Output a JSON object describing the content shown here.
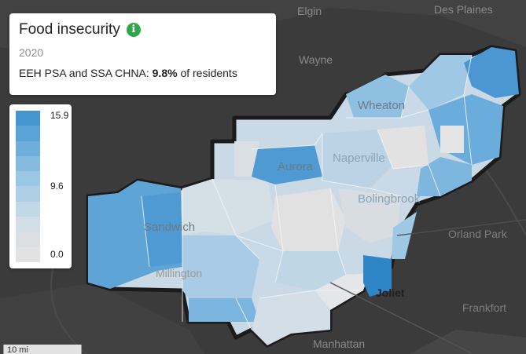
{
  "panel": {
    "title": "Food insecurity",
    "info_icon": "info-icon",
    "year": "2020",
    "stat_prefix": "EEH PSA and SSA CHNA: ",
    "stat_value": "9.8%",
    "stat_suffix": " of residents"
  },
  "legend": {
    "max": "15.9",
    "mid": "9.6",
    "min": "0.0",
    "colors": [
      "#4596d0",
      "#5aa3d6",
      "#6faedb",
      "#86bbe0",
      "#9ac7e4",
      "#aecfe6",
      "#c1d8e7",
      "#d2dfe7",
      "#dcdfe2",
      "#e2e2e2"
    ]
  },
  "scale_bar": {
    "label": "10 mi"
  },
  "places": {
    "elgin": "Elgin",
    "des_plaines": "Des Plaines",
    "wayne": "Wayne",
    "wheaton": "Wheaton",
    "aurora": "Aurora",
    "naperville": "Naperville",
    "bolingbrook": "Bolingbrook",
    "orland_park": "Orland Park",
    "sandwich": "Sandwich",
    "millington": "Millington",
    "joliet": "Joliet",
    "frankfort": "Frankfort",
    "manhattan": "Manhattan"
  }
}
